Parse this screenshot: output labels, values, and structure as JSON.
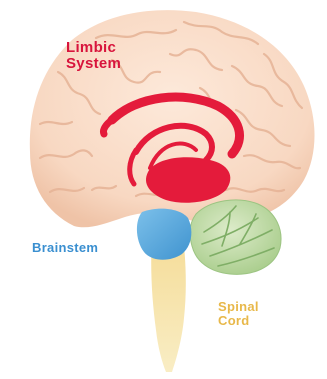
{
  "labels": {
    "limbic_line1": "Limbic",
    "limbic_line2": "System",
    "brainstem": "Brainstem",
    "spinal_line1": "Spinal",
    "spinal_line2": "Cord"
  },
  "colors": {
    "background": "#ffffff",
    "cerebrum": "#f9dcc7",
    "cerebrum_folds": "#e9b99c",
    "limbic_system": "#e41b3b",
    "limbic_label": "#d8143c",
    "brainstem": "#5aa9dc",
    "brainstem_label": "#3a8fd0",
    "cerebellum": "#bcd9a3",
    "cerebellum_lines": "#7fae66",
    "spinal_cord": "#f6df9a",
    "spinal_label": "#e8b84a"
  }
}
